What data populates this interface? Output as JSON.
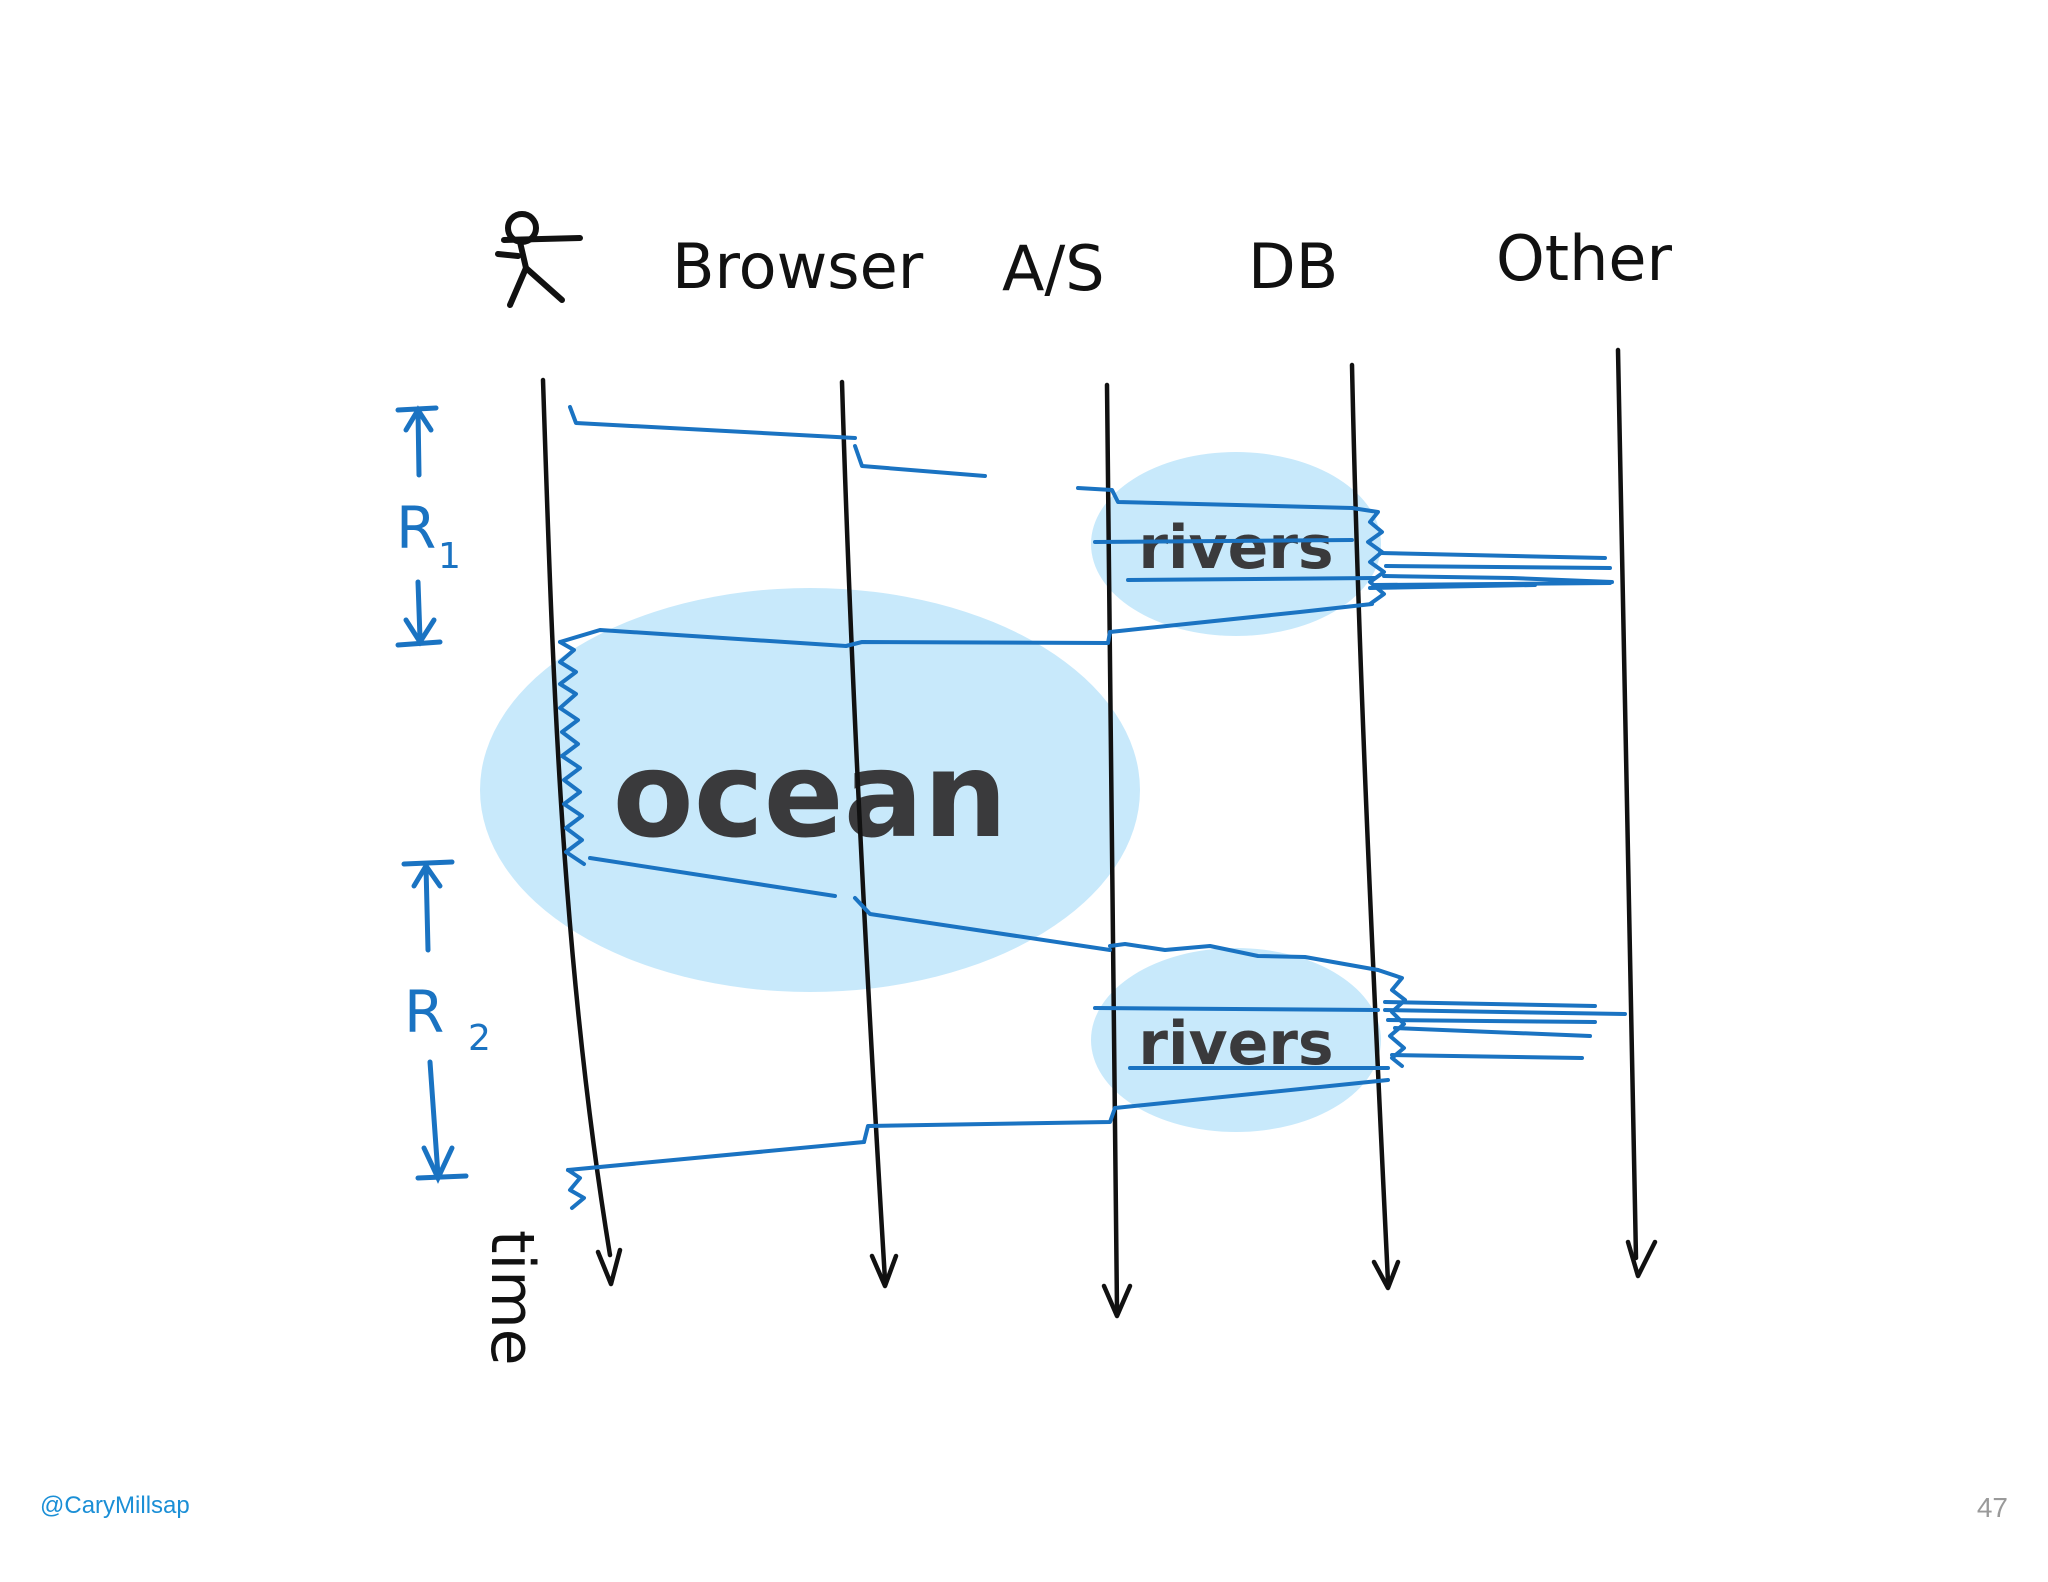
{
  "columns": [
    {
      "id": "user",
      "label": "",
      "icon": "stick-figure-icon"
    },
    {
      "id": "browser",
      "label": "Browser"
    },
    {
      "id": "as",
      "label": "A/S"
    },
    {
      "id": "db",
      "label": "DB"
    },
    {
      "id": "other",
      "label": "Other"
    }
  ],
  "blobs": {
    "ocean": "ocean",
    "rivers_top": "rivers",
    "rivers_bottom": "rivers"
  },
  "annotations": {
    "r1_letter": "R",
    "r1_sub": "1",
    "r2_letter": "R",
    "r2_sub": "2",
    "time_label": "time"
  },
  "footer": {
    "handle": "@CaryMillsap",
    "page_number": "47"
  },
  "colors": {
    "ink": "#111111",
    "annotation_blue": "#1a73c2",
    "blob_fill": "#c8e9fb",
    "label_text": "#3a3a3c",
    "handle_blue": "#1b8fd6",
    "page_number_gray": "#9a9a9a"
  }
}
